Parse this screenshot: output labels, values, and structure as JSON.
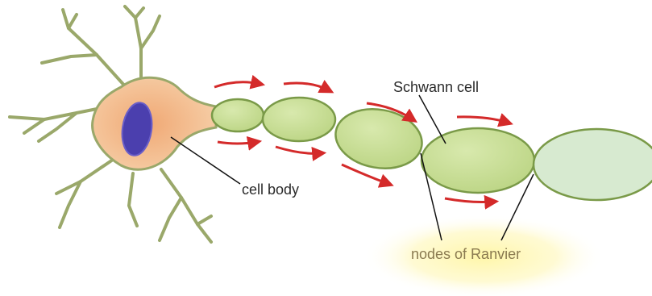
{
  "labels": {
    "schwann_cell": "Schwann cell",
    "cell_body": "cell body",
    "nodes_of_ranvier": "nodes of Ranvier"
  },
  "colors": {
    "cell_body_fill": "#f2b98a",
    "cell_body_edge": "#9aa86a",
    "nucleus": "#4b3fae",
    "segment_fill": "#c9de9a",
    "segment_edge": "#7a9a48",
    "last_segment_fill": "#d7ead0",
    "arrow": "#d42a2a",
    "glow": "#fff6a8"
  },
  "icons": [
    "red-arrow"
  ]
}
